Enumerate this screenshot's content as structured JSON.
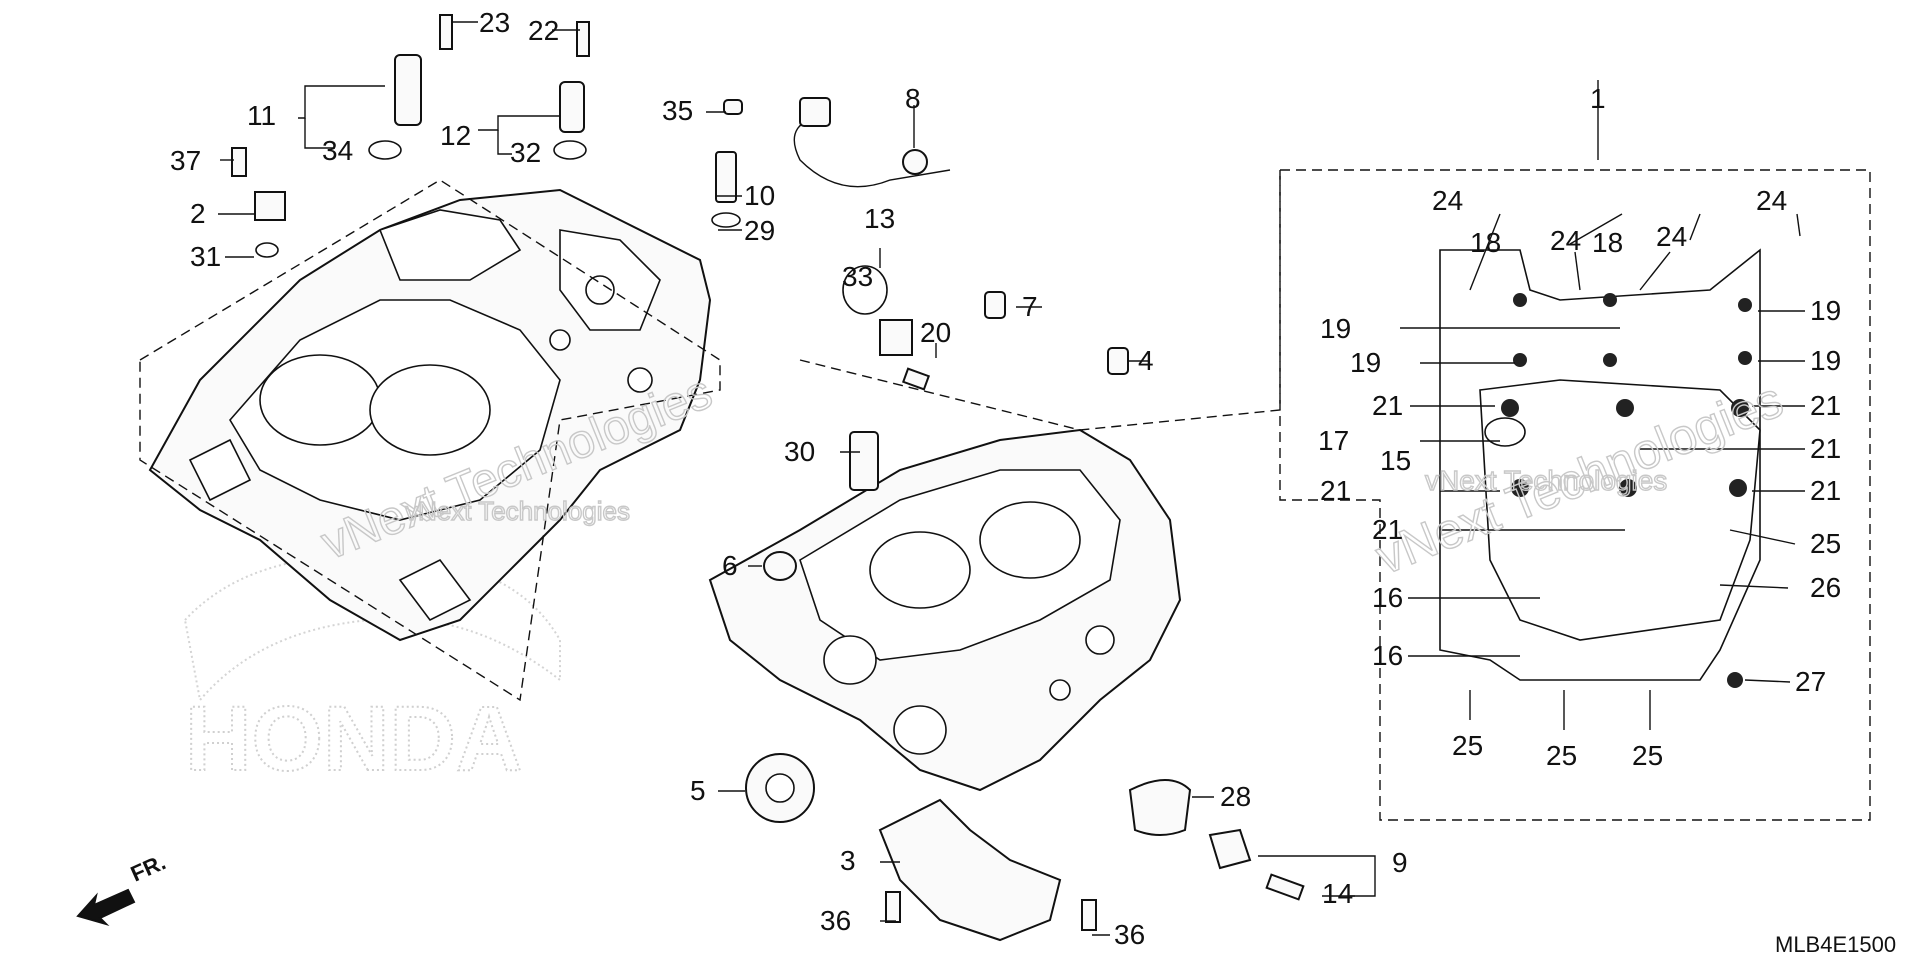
{
  "diagram": {
    "code": "MLB4E1500",
    "direction_label": "FR.",
    "brand_mark": "HONDA",
    "watermarks": [
      "vNext Technologies",
      "vNext Technologies",
      "vNext Technologies",
      "vNext Technologies"
    ]
  },
  "callouts": {
    "c1": "1",
    "c2": "2",
    "c3": "3",
    "c4": "4",
    "c5": "5",
    "c6": "6",
    "c7": "7",
    "c8": "8",
    "c9": "9",
    "c10": "10",
    "c11": "11",
    "c12": "12",
    "c13": "13",
    "c14": "14",
    "c15": "15",
    "c16": "16",
    "c17": "17",
    "c18": "18",
    "c19": "19",
    "c20": "20",
    "c21": "21",
    "c22": "22",
    "c23": "23",
    "c24": "24",
    "c25": "25",
    "c26": "26",
    "c27": "27",
    "c28": "28",
    "c29": "29",
    "c30": "30",
    "c31": "31",
    "c32": "32",
    "c33": "33",
    "c34": "34",
    "c35": "35",
    "c36": "36",
    "c37": "37"
  }
}
